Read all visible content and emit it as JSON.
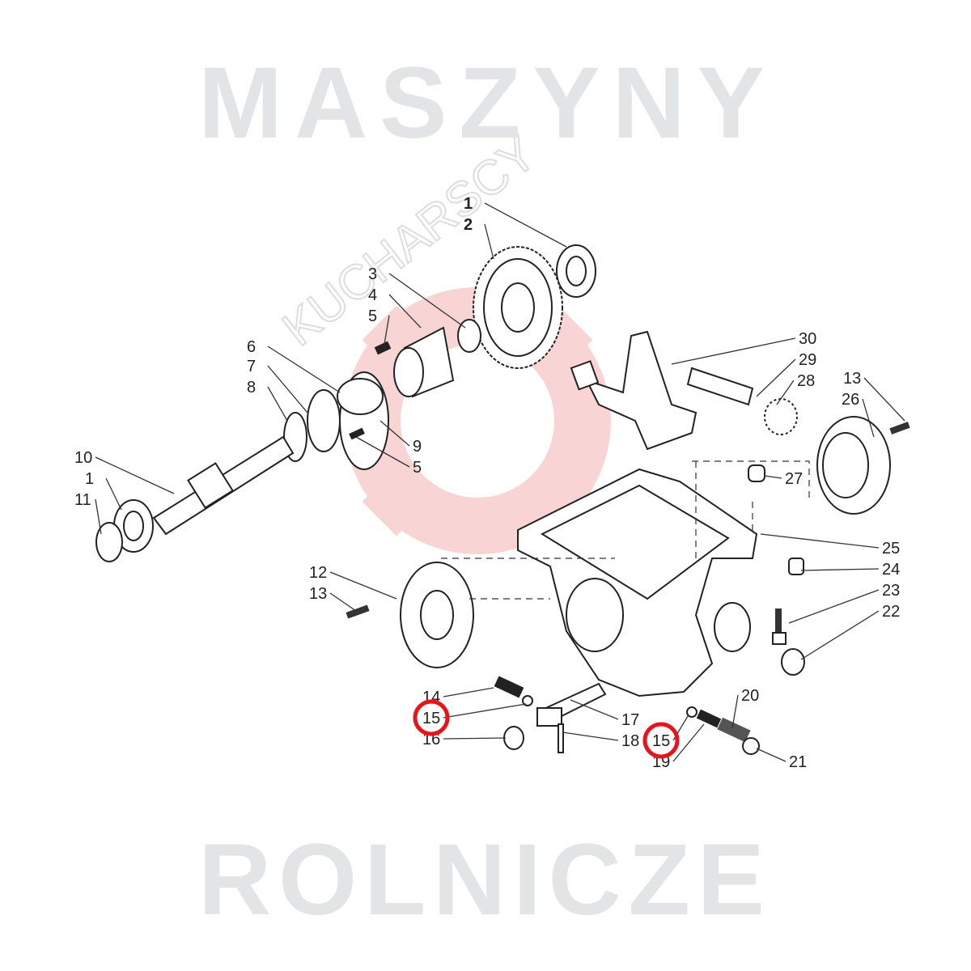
{
  "diagram": {
    "watermark_top": "KUCHARSCY",
    "watermark_line1": "MASZYNY",
    "watermark_line2": "ROLNICZE",
    "highlight_color": "#e8141c",
    "gear_logo_color": "#f8d4d4",
    "labels": [
      "1",
      "2",
      "3",
      "4",
      "5",
      "6",
      "7",
      "8",
      "9",
      "5",
      "10",
      "1",
      "11",
      "12",
      "13",
      "14",
      "15",
      "16",
      "17",
      "18",
      "15",
      "19",
      "20",
      "21",
      "22",
      "23",
      "24",
      "25",
      "26",
      "13",
      "27",
      "28",
      "29",
      "30"
    ],
    "highlighted_part": "15"
  }
}
